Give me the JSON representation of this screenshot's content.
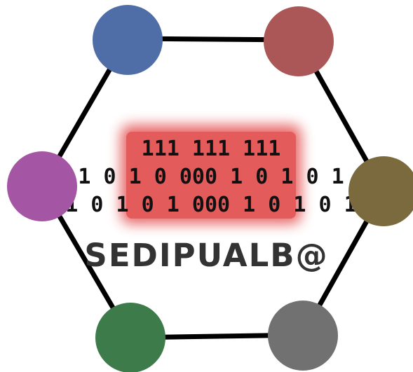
{
  "logo": {
    "wordmark": "SEDIPUALB@",
    "binary_rows": [
      "111 111 111",
      "1 0 1 0 000 1 0 1 0 1",
      "1 0 1 0 1 000 1 0 1 0 1"
    ]
  },
  "nodes": [
    {
      "name": "top-left",
      "color": "#4f6ea8"
    },
    {
      "name": "top-right",
      "color": "#ab5757"
    },
    {
      "name": "right",
      "color": "#7a6a3e"
    },
    {
      "name": "bottom-right",
      "color": "#717171"
    },
    {
      "name": "bottom-left",
      "color": "#3d7b4a"
    },
    {
      "name": "left",
      "color": "#a455a4"
    }
  ],
  "colors": {
    "edges": "#000000",
    "barcode_glow": "#e55a5a",
    "binary_text": "#111111",
    "wordmark": "#333333"
  }
}
